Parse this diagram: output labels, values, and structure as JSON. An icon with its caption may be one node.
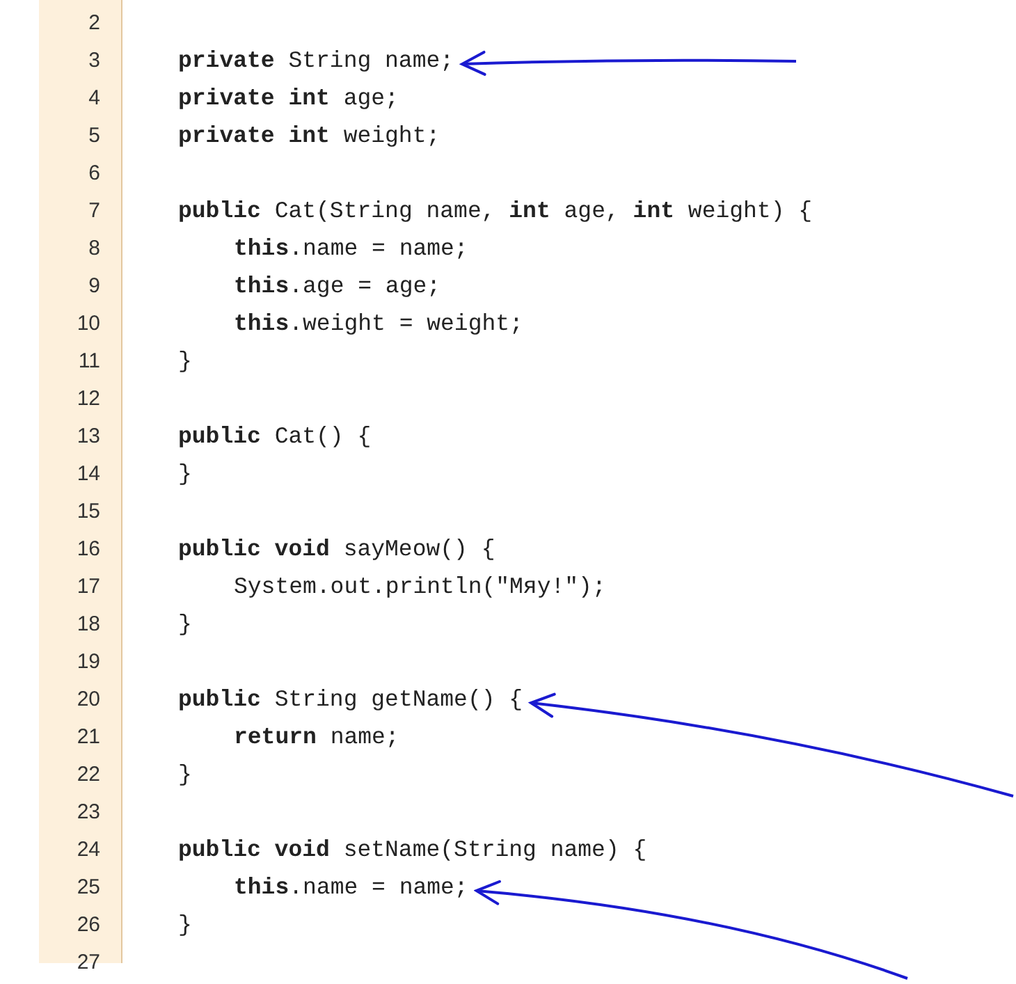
{
  "diagram": {
    "nodes": [
      {
        "text": [
          "**private** String name;"
        ]
      },
      {
        "text": [
          "**public** String getName() {"
        ]
      },
      {
        "text": [
          "**this**.name = name;"
        ]
      }
    ],
    "edges": [
      {
        "from": null,
        "to": 0,
        "arrow": "to"
      },
      {
        "from": null,
        "to": 1,
        "arrow": "to"
      },
      {
        "from": null,
        "to": 2,
        "arrow": "to"
      }
    ],
    "labels": [
      "2",
      "3",
      "4",
      "**private int** age;",
      "5",
      "**private int** weight;",
      "6",
      "7",
      "**public** Cat(String name, **int** age, **int** weight) {",
      "8",
      "**this**.name = name;",
      "9",
      "**this**.age = age;",
      "10",
      "**this**.weight = weight;",
      "11",
      "}",
      "12",
      "13",
      "**public** Cat() {",
      "14",
      "}",
      "15",
      "16",
      "**public void** sayMeow() {",
      "17",
      "System.out.println(\"Мяу!\");",
      "18",
      "}",
      "19",
      "20",
      "21",
      "**return** name;",
      "22",
      "}",
      "23",
      "24",
      "**public void** setName(String name) {",
      "25",
      "26",
      "}",
      "27"
    ]
  }
}
